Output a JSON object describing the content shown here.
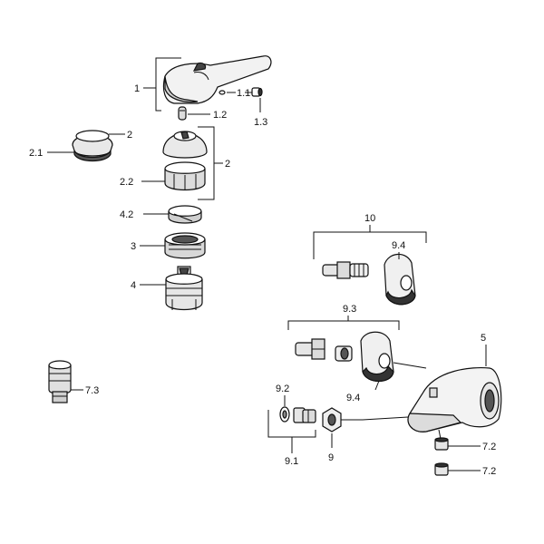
{
  "labels": {
    "l1": "1",
    "l1_1": "1.1",
    "l1_2": "1.2",
    "l1_3": "1.3",
    "l2_top": "2",
    "l2_1": "2.1",
    "l2_right": "2",
    "l2_2": "2.2",
    "l4_2": "4.2",
    "l3": "3",
    "l4": "4",
    "l7_3": "7.3",
    "l10": "10",
    "l9_4_upper": "9.4",
    "l9_3": "9.3",
    "l5": "5",
    "l9_2": "9.2",
    "l9_4_lower": "9.4",
    "l7_2_upper": "7.2",
    "l7_2_lower": "7.2",
    "l9_1": "9.1",
    "l9": "9"
  }
}
